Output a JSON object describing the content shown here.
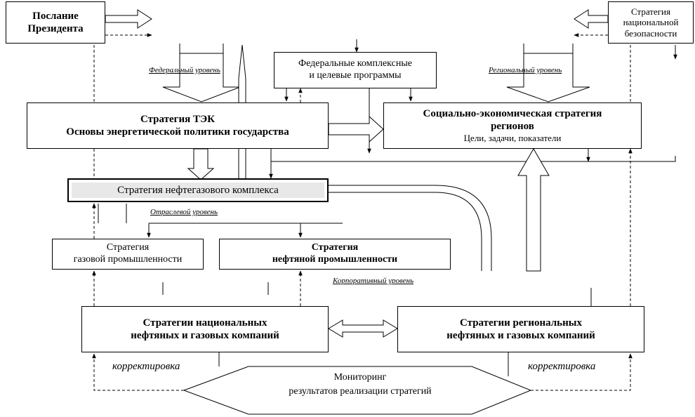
{
  "nodes": {
    "president": [
      "Послание",
      "Президента"
    ],
    "security": [
      "Стратегия",
      "национальной",
      "безопасности"
    ],
    "federal_programs": [
      "Федеральные комплексные",
      "и целевые программы"
    ],
    "tek": [
      "Стратегия ТЭК",
      "Основы энергетической политики государства"
    ],
    "regions": [
      "Социально-экономическая стратегия",
      "регионов"
    ],
    "regions_sub": "Цели, задачи, показатели",
    "ngk": "Стратегия нефтегазового комплекса",
    "gas": [
      "Стратегия",
      "газовой промышленности"
    ],
    "oil": [
      "Стратегия",
      "нефтяной промышленности"
    ],
    "national": [
      "Стратегии национальных",
      "нефтяных и газовых компаний"
    ],
    "regional": [
      "Стратегии региональных",
      "нефтяных и газовых компаний"
    ],
    "monitoring": [
      "Мониторинг",
      "результатов реализации стратегий"
    ]
  },
  "levels": {
    "federal": "Федеральный уровень",
    "regional": "Региональный уровень",
    "sectoral": "Отраслевой уровень",
    "corporate": "Корпоративный уровень"
  },
  "correction_left": "корректировка",
  "correction_right": "корректировка"
}
